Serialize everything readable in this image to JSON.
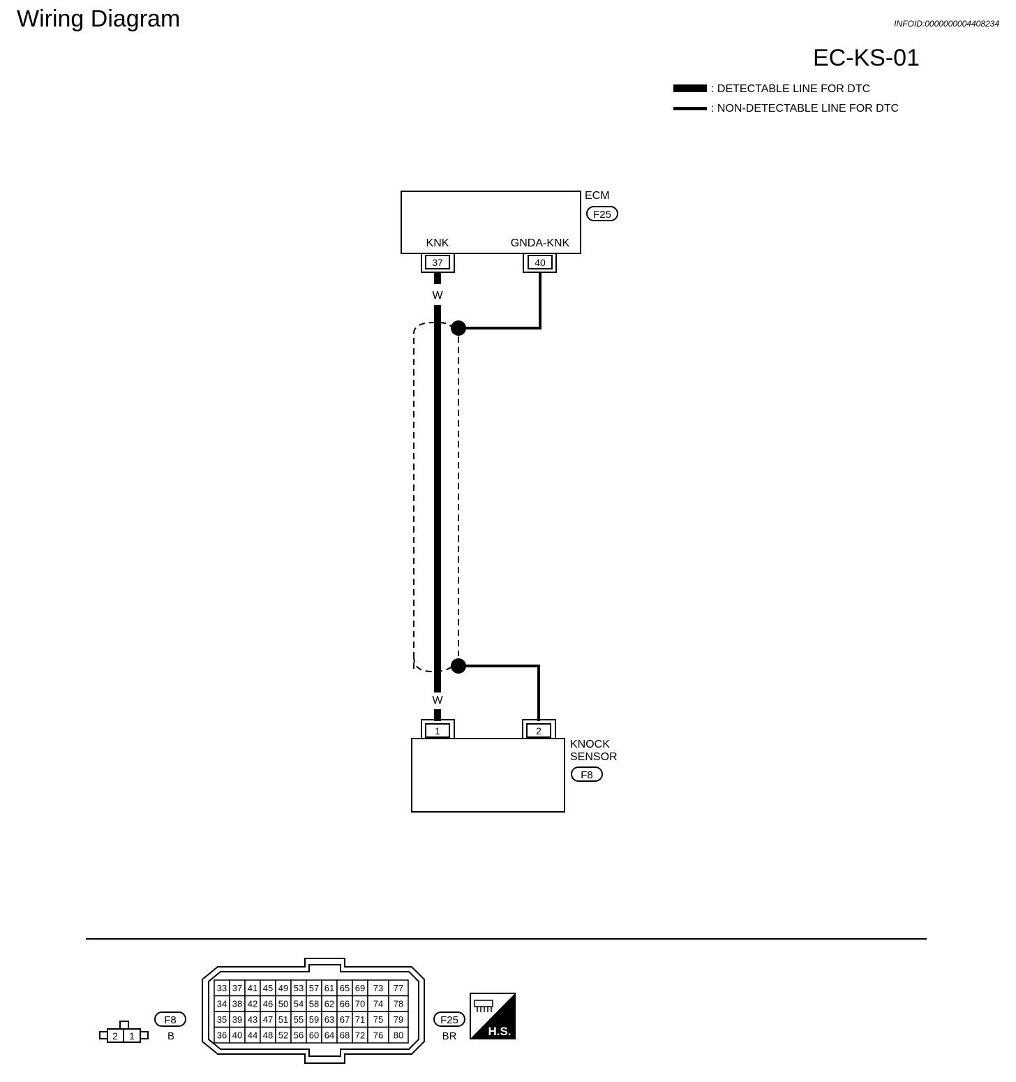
{
  "page": {
    "title": "Wiring Diagram",
    "info_id": "INFOID:0000000004408234",
    "diagram_code": "EC-KS-01"
  },
  "legend": {
    "detectable": ": DETECTABLE LINE FOR DTC",
    "non_detectable": ": NON-DETECTABLE LINE FOR DTC"
  },
  "ecm": {
    "name": "ECM",
    "connector": "F25",
    "pin_knk_label": "KNK",
    "pin_gnda_label": "GNDA-KNK",
    "pin_knk_no": "37",
    "pin_gnda_no": "40"
  },
  "wire": {
    "color_top": "W",
    "color_bottom": "W"
  },
  "sensor": {
    "name_line1": "KNOCK",
    "name_line2": "SENSOR",
    "connector": "F8",
    "pin1": "1",
    "pin2": "2"
  },
  "connectors": {
    "f8": {
      "id": "F8",
      "color": "B",
      "pins": [
        "2",
        "1"
      ]
    },
    "f25": {
      "id": "F25",
      "color": "BR",
      "grid": [
        [
          "33",
          "37",
          "41",
          "45",
          "49",
          "53",
          "57",
          "61",
          "65",
          "69",
          "73",
          "77"
        ],
        [
          "34",
          "38",
          "42",
          "46",
          "50",
          "54",
          "58",
          "62",
          "66",
          "70",
          "74",
          "78"
        ],
        [
          "35",
          "39",
          "43",
          "47",
          "51",
          "55",
          "59",
          "63",
          "67",
          "71",
          "75",
          "79"
        ],
        [
          "36",
          "40",
          "44",
          "48",
          "52",
          "56",
          "60",
          "64",
          "68",
          "72",
          "76",
          "80"
        ]
      ]
    },
    "hs_badge": "H.S."
  }
}
